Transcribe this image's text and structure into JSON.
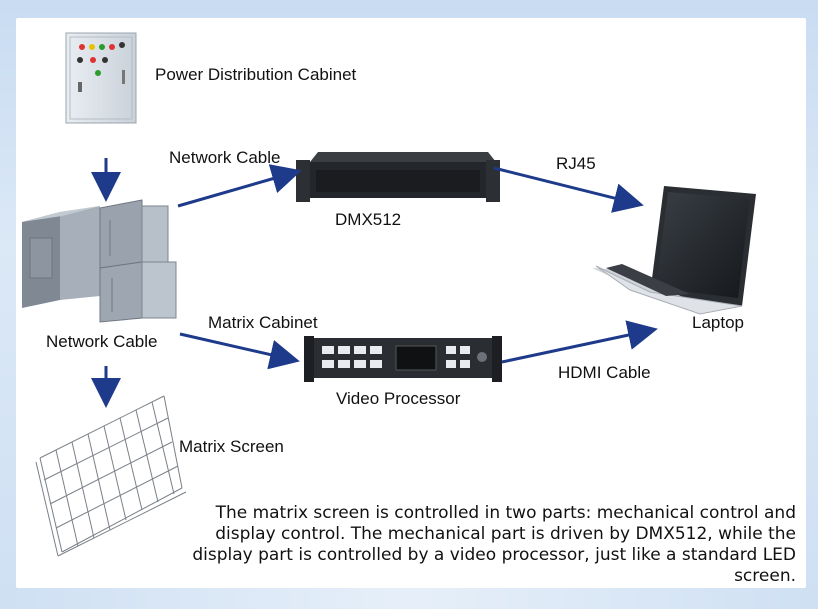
{
  "labels": {
    "power_cabinet": "Power Distribution Cabinet",
    "network_cable_top": "Network Cable",
    "rj45": "RJ45",
    "dmx512": "DMX512",
    "laptop": "Laptop",
    "network_cable_left": "Network Cable",
    "matrix_cabinet": "Matrix Cabinet",
    "hdmi_cable": "HDMI Cable",
    "video_processor": "Video Processor",
    "matrix_screen": "Matrix Screen"
  },
  "caption": "The matrix screen is controlled in two parts: mechanical control and display control. The mechanical part is driven by DMX512, while the display part is controlled by a video processor, just like a standard LED screen.",
  "colors": {
    "arrow": "#1e3a8a",
    "background": "#d3e3f4",
    "panel": "#ffffff"
  },
  "icons": [
    "power-cabinet-icon",
    "dmx512-device-icon",
    "laptop-icon",
    "matrix-cabinet-icon",
    "video-processor-icon",
    "matrix-screen-icon"
  ]
}
